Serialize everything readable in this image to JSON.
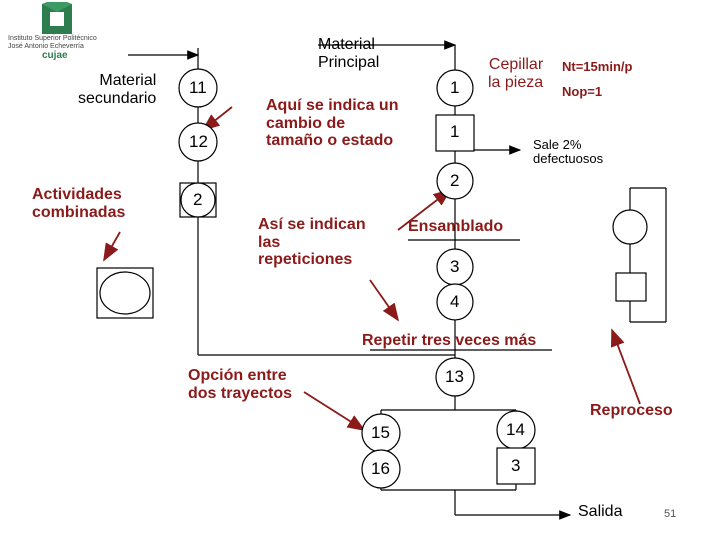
{
  "logo": {
    "caption_lines": [
      "Instituto Superior Politécnico",
      "José Antonio Echeverría"
    ],
    "acronym": "cujae"
  },
  "labels": {
    "material_principal": "Material\nPrincipal",
    "material_secundario": "Material\nsecundario",
    "actividades_combinadas": "Actividades\ncombinadas",
    "cambio_estado": "Aquí se indica un\ncambio de\ntamaño o estado",
    "repeticiones": "Así se indican\nlas\nrepeticiones",
    "opcion_trayectos": "Opción entre\ndos trayectos",
    "cepillar": "Cepillar\nla pieza",
    "nt": "Nt=15min/p",
    "nop": "Nop=1",
    "defectuosos": "Sale 2%\ndefectuosos",
    "ensamblado": "Ensamblado",
    "repetir": "Repetir tres veces más",
    "reproceso": "Reproceso",
    "salida": "Salida",
    "page_number": "51"
  },
  "symbols": {
    "op_11": "11",
    "op_12": "12",
    "comb_2": "2",
    "op_1": "1",
    "insp_1": "1",
    "op_2": "2",
    "op_3": "3",
    "op_4": "4",
    "op_13": "13",
    "op_15": "15",
    "op_16": "16",
    "op_14": "14",
    "insp_3": "3"
  },
  "colors": {
    "line": "#000000",
    "annotation_red": "#8b1a1a",
    "logo_green": "#2e7d4f"
  }
}
